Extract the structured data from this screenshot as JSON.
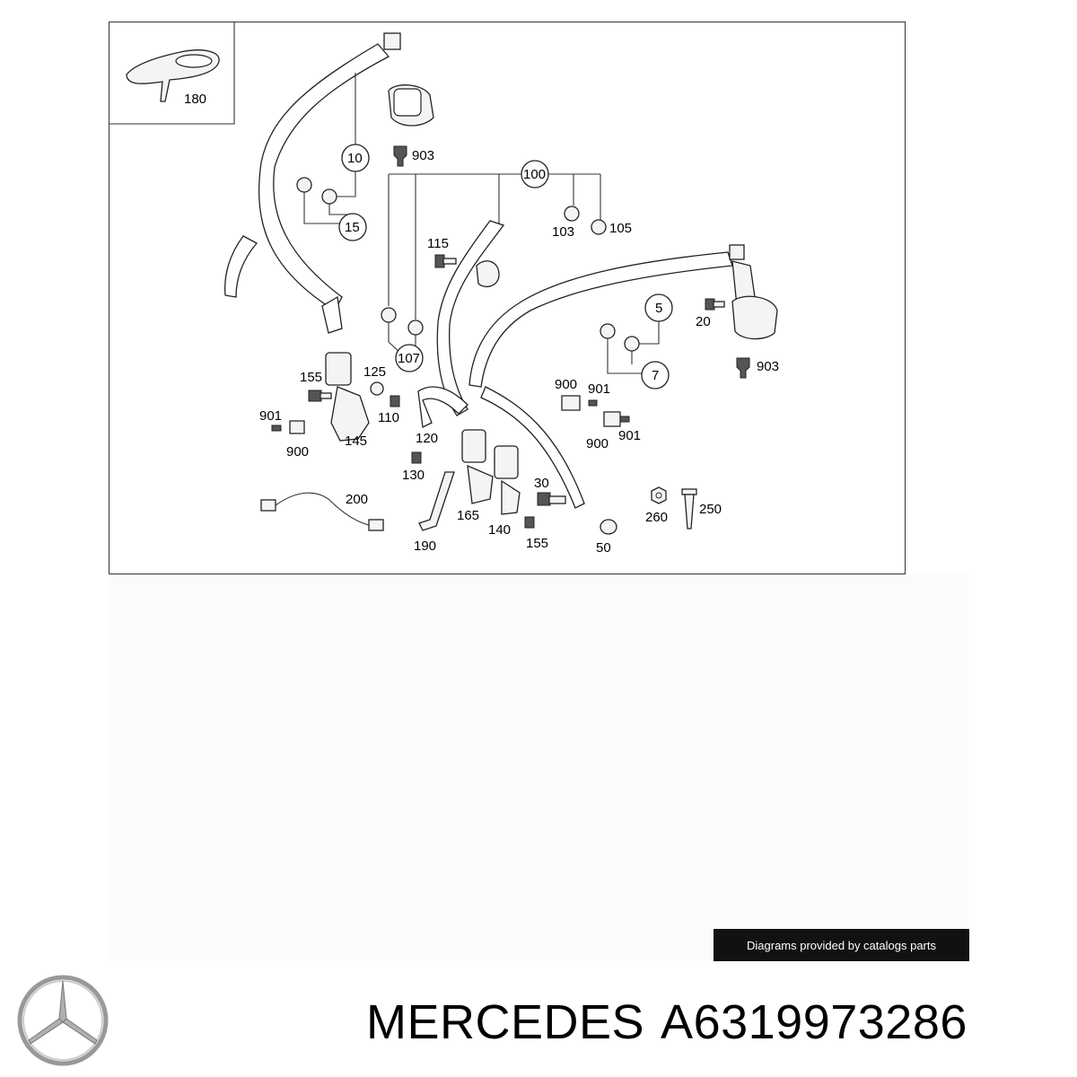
{
  "credit": "Diagrams provided by catalogs parts",
  "brand": {
    "name": "MERCEDES",
    "part_number": "A6319973286"
  },
  "colors": {
    "credit_bg": "#111111",
    "credit_text": "#ffffff",
    "line": "#222222"
  },
  "logo": {
    "icon": "mercedes-star-icon"
  },
  "labels": {
    "p180": "180",
    "p10": "10",
    "p15": "15",
    "p903_top": "903",
    "p100": "100",
    "p103": "103",
    "p105": "105",
    "p115": "115",
    "p107": "107",
    "p5": "5",
    "p7": "7",
    "p20": "20",
    "p903_right": "903",
    "p155_left": "155",
    "p125": "125",
    "p110": "110",
    "p901_left": "901",
    "p900_left": "900",
    "p145": "145",
    "p120": "120",
    "p130": "130",
    "p900_mid_top": "900",
    "p901_mid_top": "901",
    "p900_mid": "900",
    "p901_mid": "901",
    "p30": "30",
    "p165": "165",
    "p140": "140",
    "p155_mid": "155",
    "p190": "190",
    "p200": "200",
    "p50": "50",
    "p260": "260",
    "p250": "250"
  }
}
